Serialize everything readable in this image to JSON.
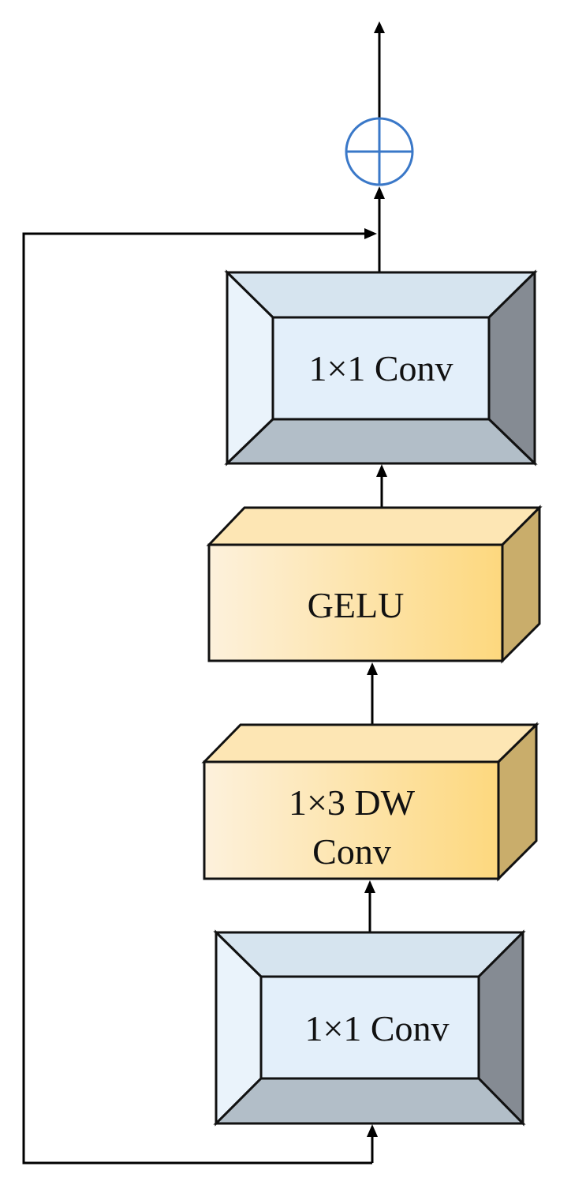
{
  "blocks": {
    "conv_top": {
      "label": "1×1 Conv"
    },
    "gelu": {
      "label": "GELU"
    },
    "dwconv": {
      "label_line1": "1×3 DW",
      "label_line2": "Conv"
    },
    "conv_bottom": {
      "label": "1×1 Conv"
    }
  },
  "colors": {
    "frame_outer": "#eaf3fb",
    "frame_inner": "#e3effa",
    "frame_right": "#858b93",
    "frame_bottom": "#b2bec8",
    "box_front_start": "#fdf1dc",
    "box_front_end": "#fdd87e",
    "box_top": "#fde6b4",
    "box_side": "#c9ad6b",
    "adder": "#3a78c8",
    "line": "#000000"
  }
}
